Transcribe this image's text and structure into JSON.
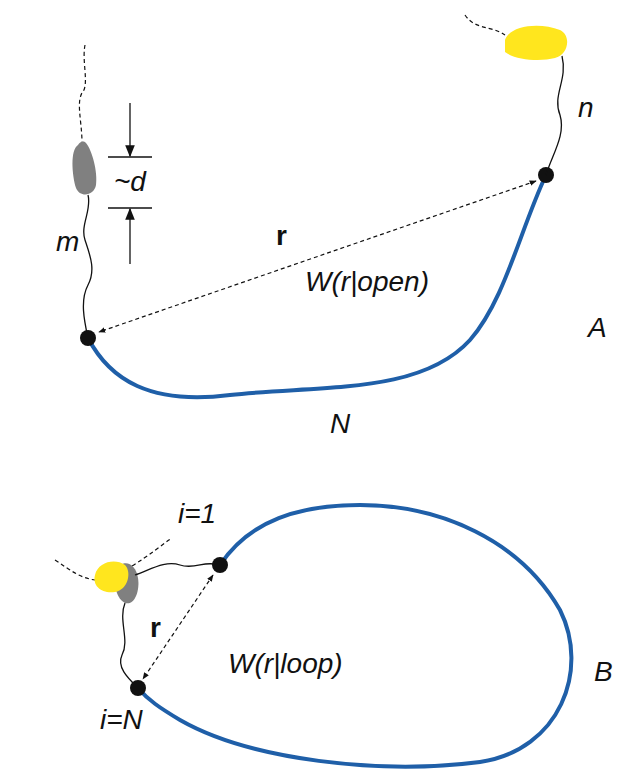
{
  "diagram": {
    "labels": [
      "~d",
      "n",
      "m",
      "r",
      "W(r|open)",
      "A",
      "N",
      "i=1",
      "r",
      "W(r|loop)",
      "B",
      "i=N"
    ]
  }
}
